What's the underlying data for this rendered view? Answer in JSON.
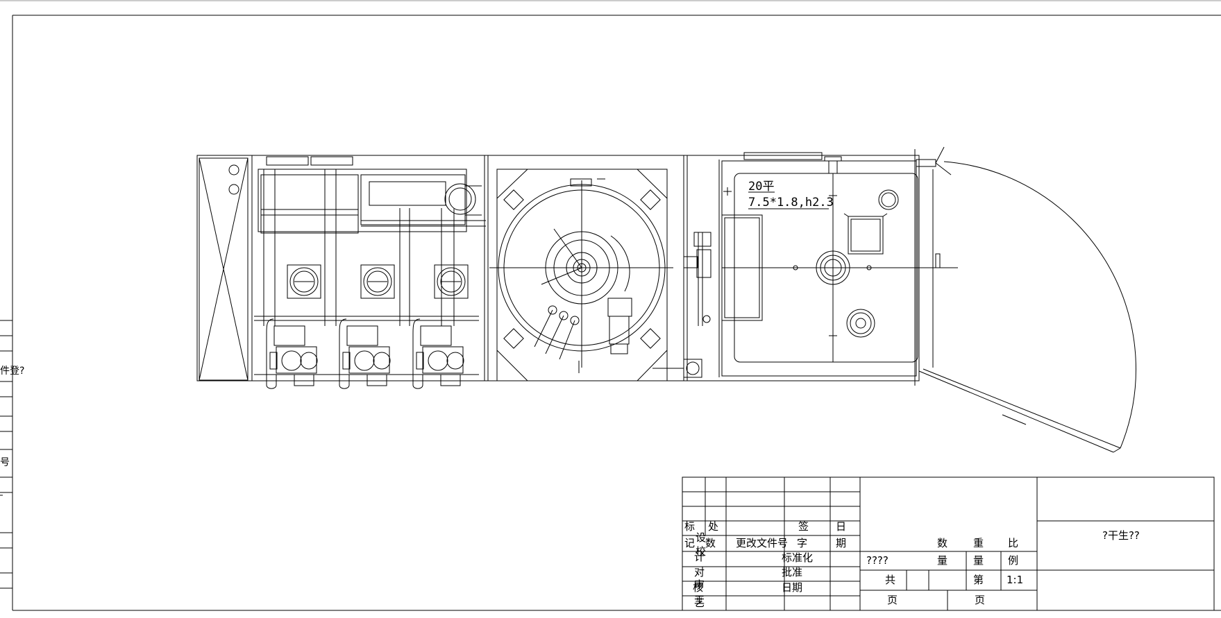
{
  "drawing": {
    "spec_line1": "20平",
    "spec_line2": "7.5*1.8,h2.3",
    "left_margin_labels": [
      "件登?",
      "号"
    ]
  },
  "title_block": {
    "title": "?干生??",
    "headers": {
      "mark": "标",
      "location": "处",
      "signature": "签",
      "date_top": "日",
      "record": "记",
      "count": "数",
      "change_doc": "更改文件号",
      "char": "字",
      "date_bottom": "期",
      "quantity_top": "数",
      "weight_top": "重",
      "ratio_top": "比",
      "quantity_bottom": "量",
      "weight_bottom": "量",
      "ratio_bottom": "例"
    },
    "roles": {
      "design": "设",
      "drafting": "计",
      "check": "校",
      "proofread": "对",
      "review": "审",
      "approve": "核",
      "process": "工",
      "art": "艺"
    },
    "right_cols": {
      "standardize": "标准化",
      "batch": "批准",
      "date": "日期"
    },
    "material": "????",
    "scale": "1:1",
    "total": "共",
    "page_no": "第",
    "pages": "页",
    "page": "页"
  }
}
